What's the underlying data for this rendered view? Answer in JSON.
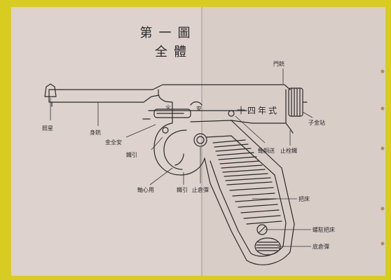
{
  "title": {
    "line1": "第一圖",
    "line2": "全體"
  },
  "markings": {
    "model": "十四年式",
    "fire": "火",
    "safe": "安"
  },
  "labels": {
    "front_sight": "照星",
    "barrel": "身銃",
    "safety_catch": "金全安",
    "trigger": "鐵引",
    "trigger_pin": "軸心用",
    "trigger_guard": "鐵引",
    "magazine_catch": "止倉彈",
    "grip": "把床",
    "grip_screw": "螺駐把床",
    "magazine_bottom": "底倉彈",
    "bolt_stop": "軸銅送",
    "locking_catch": "止栓鐵",
    "cocking_piece": "子金站",
    "bolt": "門銃"
  },
  "colors": {
    "paper": "#dcd0cb",
    "ink": "#2a2a2a",
    "table": "#d8cc22"
  }
}
